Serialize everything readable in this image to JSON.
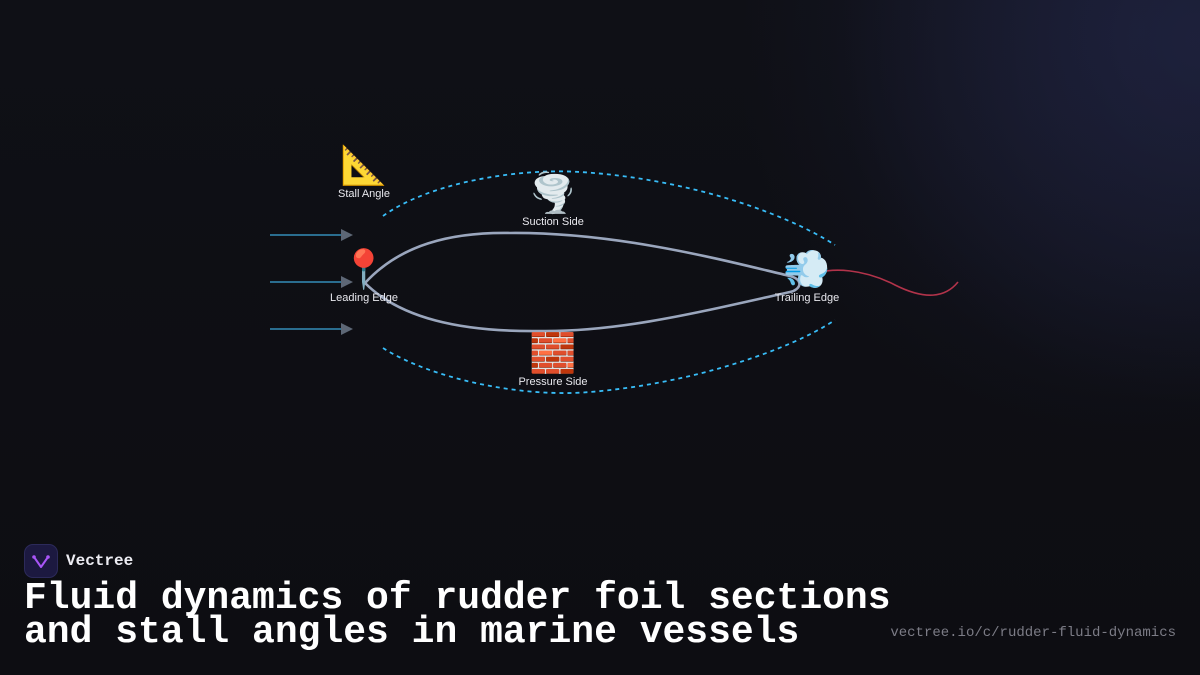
{
  "brand": {
    "name": "Vectree",
    "logo_icon": "vectree-logo-icon",
    "accent": "#a855f7"
  },
  "title": {
    "line1": "Fluid dynamics of rudder foil sections",
    "line2": "and stall angles in marine vessels"
  },
  "url": "vectree.io/c/rudder-fluid-dynamics",
  "diagram": {
    "nodes": [
      {
        "id": "stall-angle",
        "label": "Stall Angle",
        "emoji": "📐",
        "icon": "triangular-ruler-icon"
      },
      {
        "id": "suction-side",
        "label": "Suction Side",
        "emoji": "🌪️",
        "icon": "tornado-icon"
      },
      {
        "id": "leading-edge",
        "label": "Leading Edge",
        "emoji": "📍",
        "icon": "round-pushpin-icon"
      },
      {
        "id": "trailing-edge",
        "label": "Trailing Edge",
        "emoji": "💨",
        "icon": "dashing-away-icon"
      },
      {
        "id": "pressure-side",
        "label": "Pressure Side",
        "emoji": "🧱",
        "icon": "brick-icon"
      }
    ],
    "colors": {
      "foil": "#9aa6bd",
      "streamline": "#38bdf8",
      "wake": "#b2334a",
      "flow_arrow": "#2a6d8f",
      "arrow_head": "#5d6776",
      "label": "#e8e8ee"
    }
  }
}
